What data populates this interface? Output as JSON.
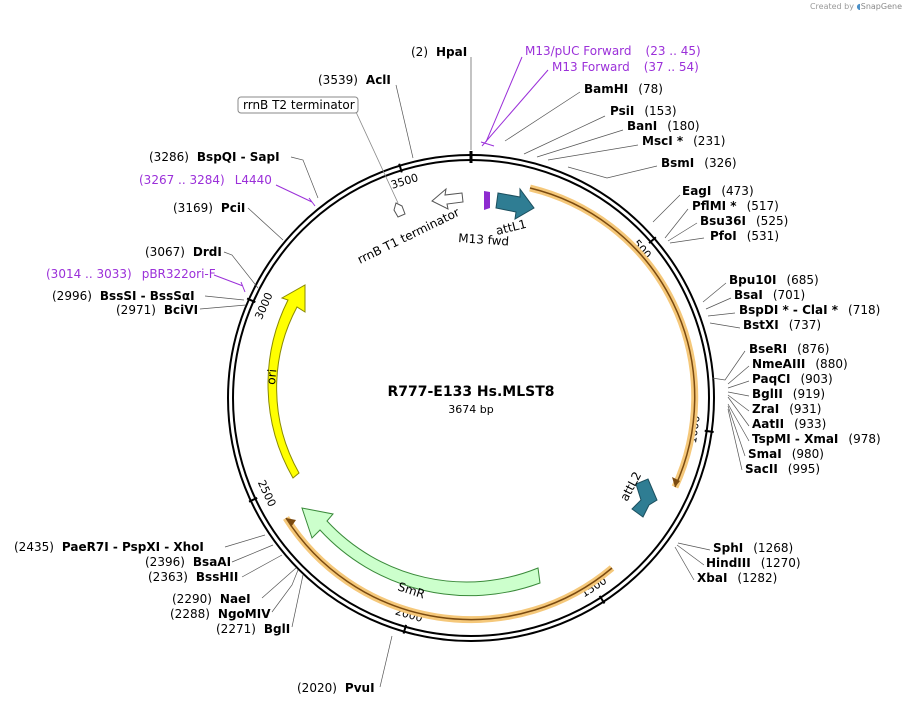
{
  "credit": {
    "created_by": "Created by",
    "brand": "SnapGene"
  },
  "plasmid": {
    "name": "R777-E133 Hs.MLST8",
    "size": "3674 bp",
    "length": 3674
  },
  "ticks": [
    {
      "bp": 500,
      "label": "500"
    },
    {
      "bp": 1000,
      "label": "1000"
    },
    {
      "bp": 1500,
      "label": "1500"
    },
    {
      "bp": 2000,
      "label": "2000"
    },
    {
      "bp": 2500,
      "label": "2500"
    },
    {
      "bp": 3000,
      "label": "3000"
    },
    {
      "bp": 3500,
      "label": "3500"
    }
  ],
  "features": [
    {
      "name": "attL1",
      "type": "attL1"
    },
    {
      "name": "M13 fwd",
      "type": "m13"
    },
    {
      "name": "attL2",
      "type": "attL2"
    },
    {
      "name": "SmR",
      "type": "smr"
    },
    {
      "name": "ori",
      "type": "ori"
    },
    {
      "name": "rrnB T1 terminator",
      "type": "t1"
    },
    {
      "name": "rrnB T2 terminator",
      "type": "t2"
    }
  ],
  "sites": [
    {
      "pos": "(2)",
      "name": "HpaI"
    },
    {
      "pos": "(3539)",
      "name": "AclI"
    },
    {
      "pos": "(78)",
      "name": "BamHI"
    },
    {
      "pos": "(153)",
      "name": "PsiI"
    },
    {
      "pos": "(180)",
      "name": "BanI"
    },
    {
      "pos": "(231)",
      "name": "MscI *"
    },
    {
      "pos": "(326)",
      "name": "BsmI"
    },
    {
      "pos": "(473)",
      "name": "EagI"
    },
    {
      "pos": "(517)",
      "name": "PflMI *"
    },
    {
      "pos": "(525)",
      "name": "Bsu36I"
    },
    {
      "pos": "(531)",
      "name": "PfoI"
    },
    {
      "pos": "(685)",
      "name": "Bpu10I"
    },
    {
      "pos": "(701)",
      "name": "BsaI"
    },
    {
      "pos": "(718)",
      "name": "BspDI *  -  ClaI *"
    },
    {
      "pos": "(737)",
      "name": "BstXI"
    },
    {
      "pos": "(876)",
      "name": "BseRI"
    },
    {
      "pos": "(880)",
      "name": "NmeAIII"
    },
    {
      "pos": "(903)",
      "name": "PaqCI"
    },
    {
      "pos": "(919)",
      "name": "BglII"
    },
    {
      "pos": "(931)",
      "name": "ZraI"
    },
    {
      "pos": "(933)",
      "name": "AatII"
    },
    {
      "pos": "(978)",
      "name": "TspMI  -  XmaI"
    },
    {
      "pos": "(980)",
      "name": "SmaI"
    },
    {
      "pos": "(995)",
      "name": "SacII"
    },
    {
      "pos": "(1268)",
      "name": "SphI"
    },
    {
      "pos": "(1270)",
      "name": "HindIII"
    },
    {
      "pos": "(1282)",
      "name": "XbaI"
    },
    {
      "pos": "(2020)",
      "name": "PvuI"
    },
    {
      "pos": "(2271)",
      "name": "BglI"
    },
    {
      "pos": "(2288)",
      "name": "NgoMIV"
    },
    {
      "pos": "(2290)",
      "name": "NaeI"
    },
    {
      "pos": "(2363)",
      "name": "BssHII"
    },
    {
      "pos": "(2396)",
      "name": "BsaAI"
    },
    {
      "pos": "(2435)",
      "name": "PaeR7I  -  PspXI  -  XhoI"
    },
    {
      "pos": "(2971)",
      "name": "BciVI"
    },
    {
      "pos": "(2996)",
      "name": "BssSI  -  BssSαI"
    },
    {
      "pos": "(3067)",
      "name": "DrdI"
    },
    {
      "pos": "(3169)",
      "name": "PciI"
    },
    {
      "pos": "(3286)",
      "name": "BspQI  -  SapI"
    }
  ],
  "primers": [
    {
      "name": "M13/pUC Forward",
      "range": "(23 .. 45)"
    },
    {
      "name": "M13 Forward",
      "range": "(37 .. 54)"
    },
    {
      "name": "L4440",
      "range": "(3267 .. 3284)"
    },
    {
      "name": "pBR322ori-F",
      "range": "(3014 .. 3033)"
    }
  ]
}
